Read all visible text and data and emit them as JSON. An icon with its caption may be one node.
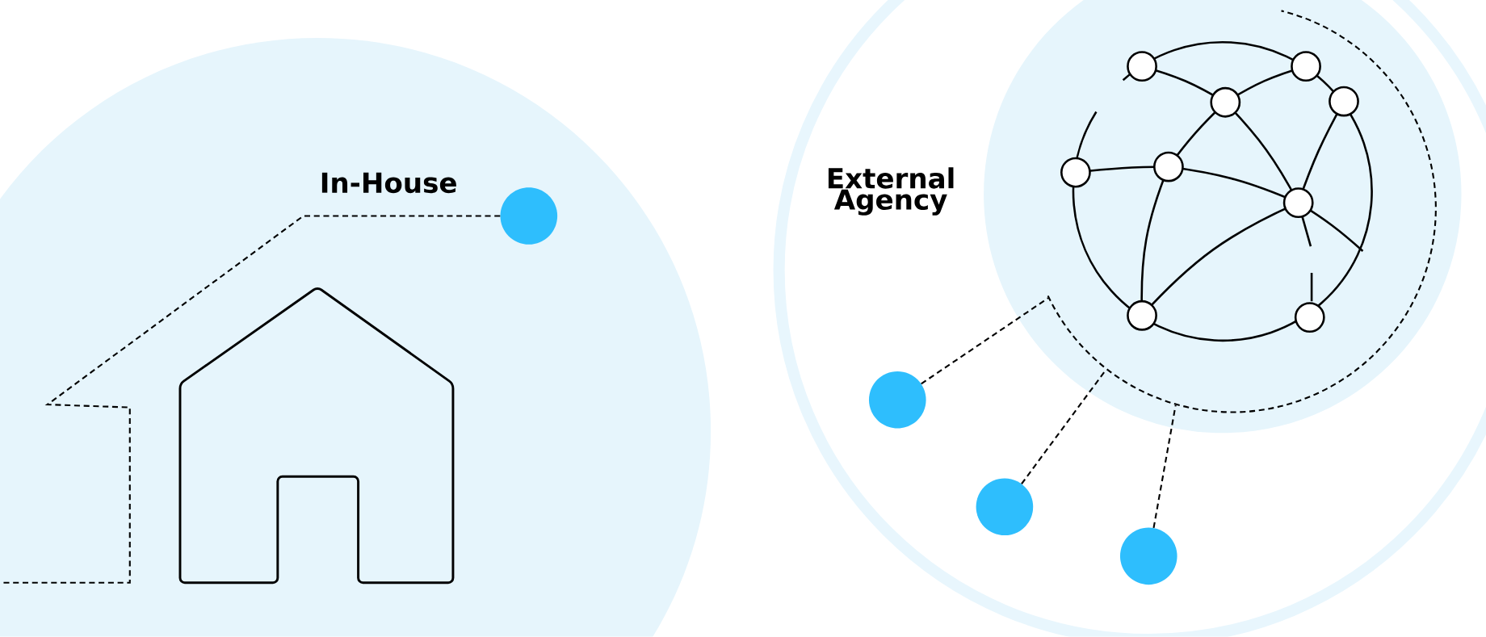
{
  "diagram": {
    "nodes": [
      {
        "text": [
          "In-House"
        ]
      },
      {
        "text": [],
        "shape": "circle"
      },
      {
        "text": [
          "External Agency"
        ]
      },
      {
        "text": [],
        "shape": "circle"
      },
      {
        "text": [],
        "shape": "circle"
      },
      {
        "text": [],
        "shape": "circle"
      },
      {
        "text": [],
        "shape": "circle"
      }
    ],
    "edges": [
      {
        "from": 1,
        "to": null,
        "arrow": "none",
        "style": "dashed"
      },
      {
        "from": 4,
        "to": 3,
        "arrow": "none",
        "style": "dashed"
      },
      {
        "from": 5,
        "to": 3,
        "arrow": "none",
        "style": "dashed"
      },
      {
        "from": 6,
        "to": 3,
        "arrow": "none",
        "style": "dashed"
      }
    ]
  }
}
